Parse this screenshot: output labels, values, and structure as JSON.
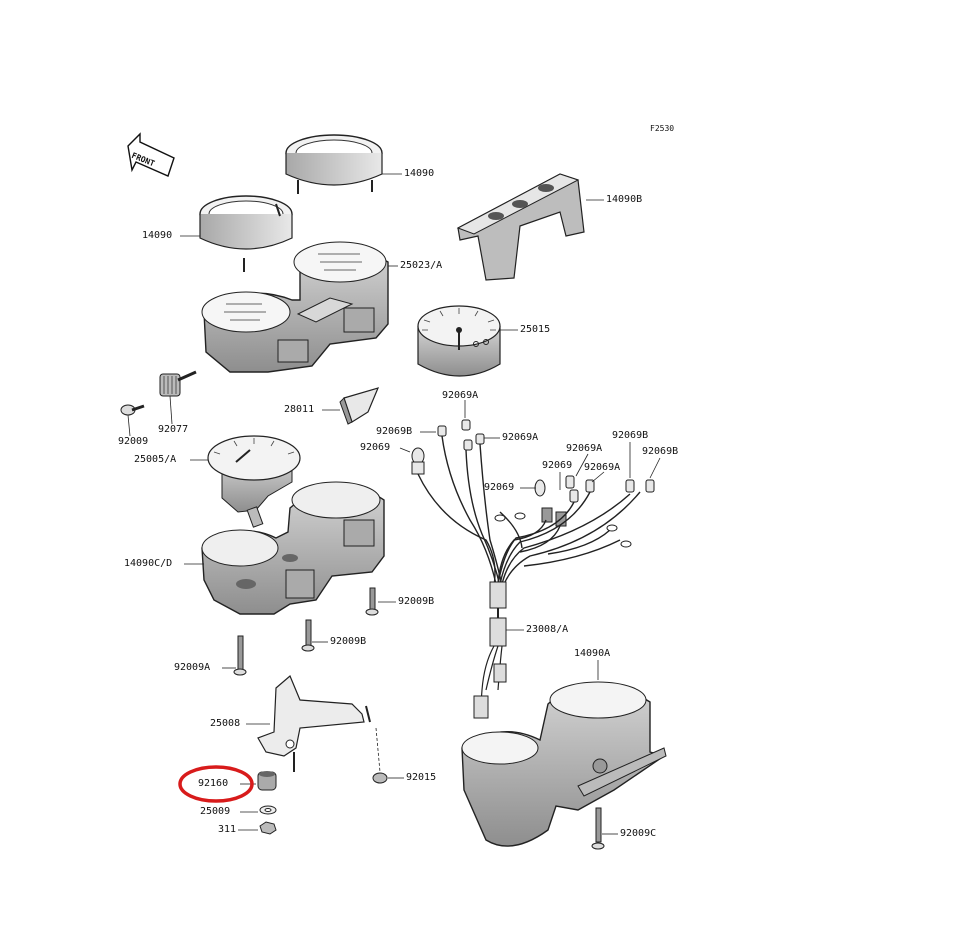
{
  "diagram": {
    "code": "F2530",
    "front_label": "FRONT",
    "highlight_color": "#d81b1b",
    "labels": {
      "p14090_top": "14090",
      "p14090_left": "14090",
      "p14090B": "14090B",
      "p25023A": "25023/A",
      "p25015": "25015",
      "p92077": "92077",
      "p92009": "92009",
      "p28011": "28011",
      "p92069A_top": "92069A",
      "p92069B_left": "92069B",
      "p92069A_mid": "92069A",
      "p92069_left": "92069",
      "p92069A_r1": "92069A",
      "p92069B_r": "92069B",
      "p92069_mid": "92069",
      "p92069A_r2": "92069A",
      "p92069B_r2": "92069B",
      "p25005A": "25005/A",
      "p92069_wire": "92069",
      "p14090CD": "14090C/D",
      "p92009B_r": "92009B",
      "p92009B_l": "92009B",
      "p23008A": "23008/A",
      "p14090A": "14090A",
      "p92009A": "92009A",
      "p25008": "25008",
      "p92160": "92160",
      "p92015": "92015",
      "p25009": "25009",
      "p311": "311",
      "p92009C": "92009C"
    }
  }
}
